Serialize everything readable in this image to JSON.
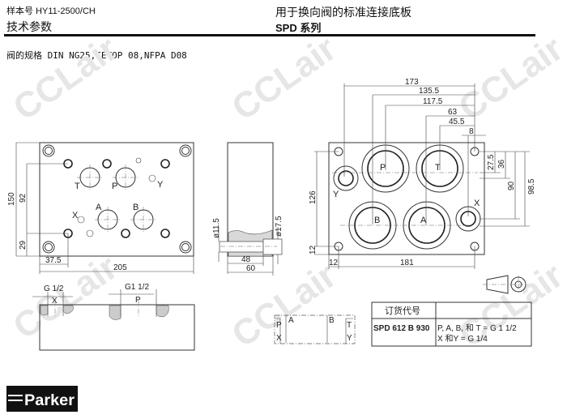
{
  "header": {
    "catalog_no": "样本号 HY11-2500/CH",
    "section": "技术参数",
    "title": "用于换向阀的标准连接底板",
    "series": "SPD  系列"
  },
  "valve_spec": "阀的规格 DIN NG25,CETOP 08,NFPA D08",
  "watermark": "CCLair",
  "front_view": {
    "ports": {
      "T": "T",
      "P": "P",
      "Y": "Y",
      "X": "X",
      "A": "A",
      "B": "B"
    },
    "dims": {
      "height": "150",
      "bolt_pitch": "92",
      "bottom": "29",
      "left": "37.5",
      "width": "205"
    }
  },
  "side_view": {
    "dims": {
      "d_small": "ø11.5",
      "d_large": "ø17.5",
      "depth": "48",
      "thickness": "60"
    }
  },
  "bottom_view": {
    "ports": {
      "P": "P",
      "T": "T",
      "A": "A",
      "B": "B",
      "X": "X",
      "Y": "Y"
    },
    "dims": {
      "d173": "173",
      "d135": "135.5",
      "d117": "117.5",
      "d63": "63",
      "d45": "45.5",
      "d8": "8",
      "d27": "27.5",
      "d36": "36",
      "d90": "90",
      "d98": "98.5",
      "d126": "126",
      "d12v": "12",
      "d12h": "12",
      "d181": "181"
    }
  },
  "section_view": {
    "thread_x": "G 1/2",
    "label_x": "X",
    "thread_p": "G1 1/2",
    "label_p": "P"
  },
  "symbol": {
    "P": "P",
    "X": "X",
    "A": "A",
    "B": "B",
    "T": "T",
    "Y": "Y"
  },
  "order_table": {
    "header": "订货代号",
    "code": "SPD 612 B 930",
    "line1": "P, A, B, 和 T = G 1 1/2",
    "line2": "X 和Y = G 1/4"
  },
  "logo": "Parker"
}
